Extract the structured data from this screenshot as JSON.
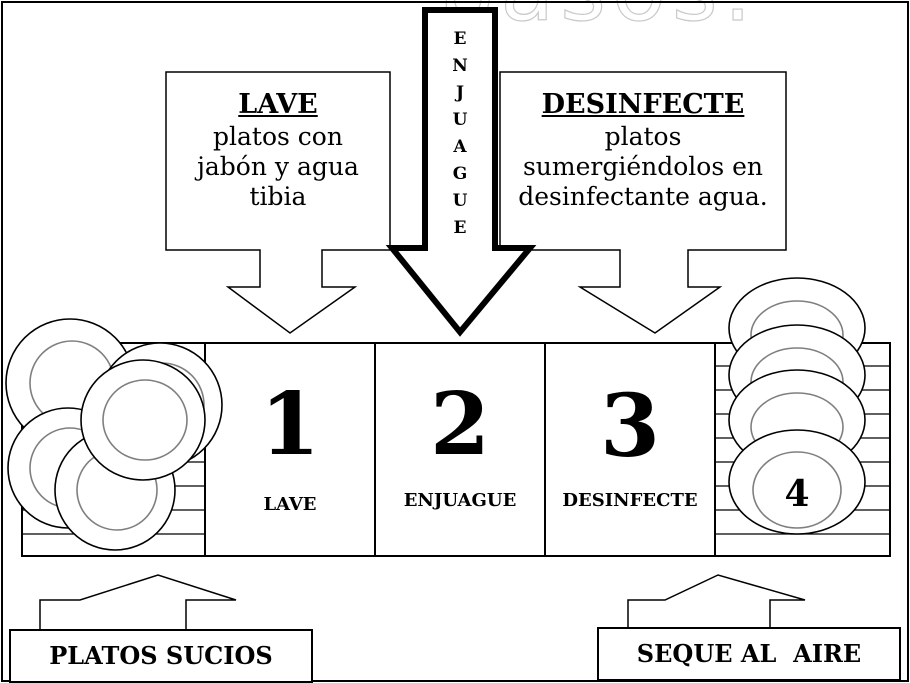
{
  "title_fragment": "pasos.",
  "lave_box": {
    "heading": "LAVE",
    "text": "platos con jabón y agua tibia"
  },
  "desinfecte_box": {
    "heading": "DESINFECTE",
    "text": "platos sumergiéndolos en desinfectante agua."
  },
  "enjuague_arrow": {
    "letters": [
      "E",
      "N",
      "J",
      "U",
      "A",
      "G",
      "U",
      "E"
    ]
  },
  "sinks": [
    {
      "number": "1",
      "label": "LAVE"
    },
    {
      "number": "2",
      "label": "ENJUAGUE"
    },
    {
      "number": "3",
      "label": "DESINFECTE"
    }
  ],
  "drying_rack": {
    "number": "4"
  },
  "platos_sucios": {
    "label": "PLATOS SUCIOS"
  },
  "seque_al_aire": {
    "label": "SEQUE AL  AIRE"
  },
  "colors": {
    "line": "#000000",
    "plate_inner": "#7f7f7f",
    "background": "#ffffff"
  }
}
